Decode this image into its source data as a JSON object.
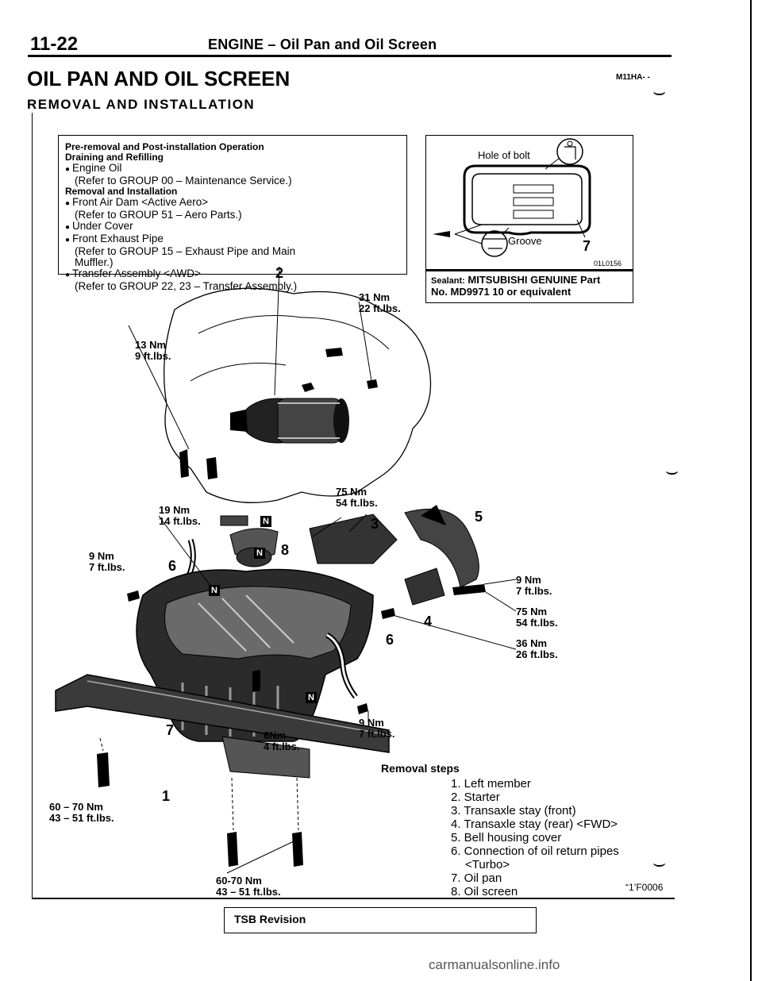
{
  "header": {
    "page_number": "11-22",
    "title": "ENGINE – Oil Pan and Oil Screen"
  },
  "section": {
    "title": "OIL PAN AND OIL SCREEN",
    "code": "M11HA- -",
    "subtitle": "REMOVAL AND INSTALLATION"
  },
  "operations": {
    "heading1": "Pre-removal and Post-installation Operation",
    "heading2": "Draining and Refilling",
    "item1": "Engine Oil",
    "item1_ref": "(Refer to GROUP 00 – Maintenance Service.)",
    "heading3": "Removal and Installation",
    "item2": "Front Air Dam <Active Aero>",
    "item2_ref": "(Refer to GROUP 51 – Aero Parts.)",
    "item3": "Under Cover",
    "item4": "Front Exhaust Pipe",
    "item4_ref": "(Refer to GROUP 15 – Exhaust Pipe and Main",
    "item4_ref2": "Muffler.)",
    "item5": "Transfer Assembly <AWD>",
    "item5_ref": "(Refer to GROUP 22, 23 – Transfer Assembly.)"
  },
  "inset": {
    "hole_label": "Hole of bolt",
    "groove_label": "Groove",
    "callout": "7",
    "code": "01L0156"
  },
  "sealant": {
    "label": "Sealant:",
    "text1": "MITSUBISHI GENUINE Part",
    "text2": "No. MD9971 10 or equivalent"
  },
  "torques": {
    "t31": "31 Nm",
    "t31b": "22 ft.lbs.",
    "t13": "13 Nm",
    "t13b": "9 ft.lbs.",
    "t19": "19 Nm",
    "t19b": "14 ft.lbs.",
    "t75a": "75 Nm",
    "t75ab": "54 ft.lbs.",
    "t9a": "9 Nm",
    "t9ab": "7 ft.lbs.",
    "t9b": "9 Nm",
    "t9bb": "7 ft.lbs.",
    "t75b": "75 Nm",
    "t75bb": "54 ft.lbs.",
    "t36": "36 Nm",
    "t36b": "26 ft.lbs.",
    "t9c": "9 Nm",
    "t9cb": "7 ft.lbs.",
    "t6": "6Nm",
    "t6b": "4 ft.lbs.",
    "t60a": "60 – 70 Nm",
    "t60ab": "43 – 51 ft.lbs.",
    "t60b": "60-70 Nm",
    "t60bb": "43 – 51 ft.lbs."
  },
  "callouts": {
    "c1": "1",
    "c2": "2",
    "c3": "3",
    "c4": "4",
    "c5": "5",
    "c6a": "6",
    "c6b": "6",
    "c7": "7",
    "c8": "8"
  },
  "removal_steps": {
    "title": "Removal steps",
    "steps": [
      "1. Left member",
      "2. Starter",
      "3. Transaxle stay (front)",
      "4. Transaxle stay (rear) <FWD>",
      "5. Bell housing cover",
      "6. Connection of oil return pipes",
      "<Turbo>",
      "7. Oil pan",
      "8. Oil screen"
    ]
  },
  "figure_code": "“1’F0006",
  "footer": {
    "tsb_label": "TSB Revision",
    "watermark": "carmanualsonline.info"
  },
  "badge_letter": "N"
}
